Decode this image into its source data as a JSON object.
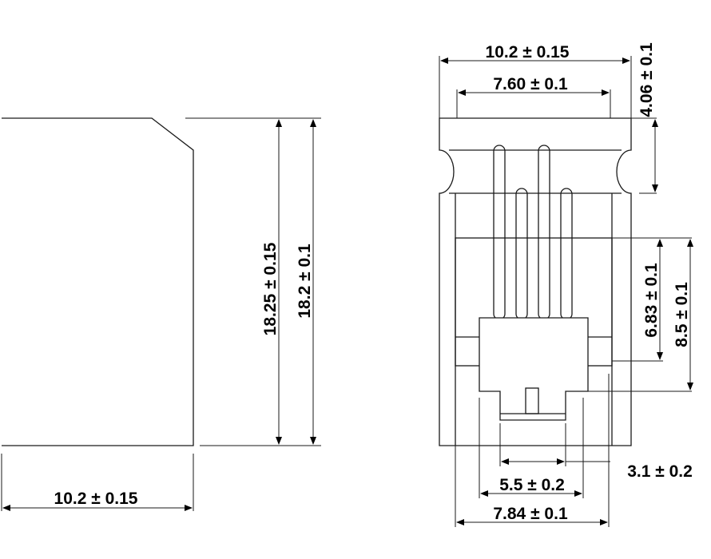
{
  "drawing": {
    "left_view": {
      "width": "10.2 ± 0.15",
      "height_outer": "18.25 ± 0.15",
      "height_inner": "18.2 ± 0.1"
    },
    "right_view": {
      "top_width": "10.2 ± 0.15",
      "inner_width": "7.60 ± 0.1",
      "top_band": "4.06 ± 0.1",
      "pin_rise": "6.83 ± 0.1",
      "window_height": "8.5 ± 0.1",
      "slot_width": "3.1 ± 0.2",
      "plug_width": "5.5 ± 0.2",
      "body_width": "7.84 ± 0.1"
    }
  }
}
